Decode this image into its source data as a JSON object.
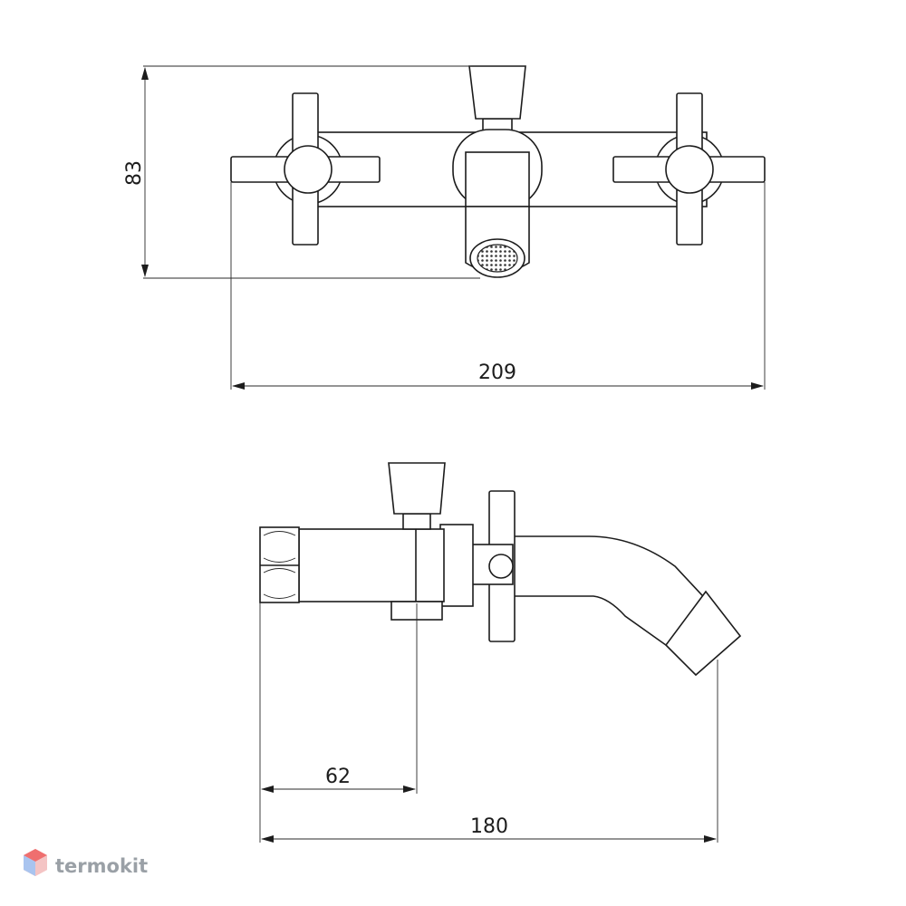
{
  "dimensions": {
    "height": "83",
    "width": "209",
    "inlet_to_outlet": "62",
    "projection": "180"
  },
  "watermark": {
    "brand": "termokit"
  }
}
